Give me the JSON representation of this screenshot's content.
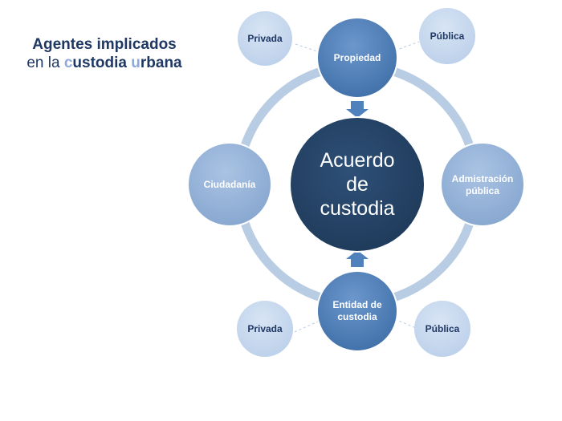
{
  "title": {
    "line1": "Agentes implicados",
    "line2_prefix": "en la ",
    "line2_hl1": "c",
    "line2_mid1": "ustodia ",
    "line2_hl2": "u",
    "line2_mid2": "rbana"
  },
  "center": {
    "line1": "Acuerdo",
    "line2": "de",
    "line3": "custodia"
  },
  "nodes": {
    "propiedad": "Propiedad",
    "admin_line1": "Admistración",
    "admin_line2": "pública",
    "entidad_line1": "Entidad de",
    "entidad_line2": "custodia",
    "ciudadania": "Ciudadanía"
  },
  "satellites": {
    "top_left": "Privada",
    "top_right": "Pública",
    "bottom_left": "Privada",
    "bottom_right": "Pública"
  },
  "colors": {
    "center": "#243f60",
    "node_dark": "#4f81bd",
    "node_light": "#95b3d7",
    "satellite": "#c6d9f0",
    "ring": "#b8cce4",
    "title": "#1f3864"
  }
}
